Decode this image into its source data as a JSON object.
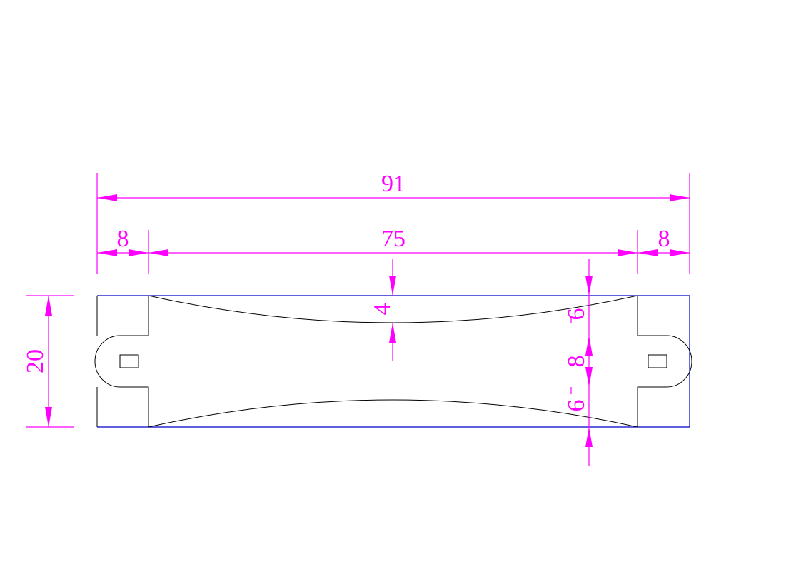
{
  "drawing": {
    "colors": {
      "dimension": "#ff00ff",
      "part": "#000000",
      "outline": "#0000cc",
      "background": "#ffffff"
    },
    "dimensions": {
      "overall_length": "91",
      "left_end": "8",
      "middle": "75",
      "right_end": "8",
      "height": "20",
      "waist_depth": "4",
      "top_segment": "6",
      "slot_height": "8",
      "bottom_segment": "6"
    }
  }
}
